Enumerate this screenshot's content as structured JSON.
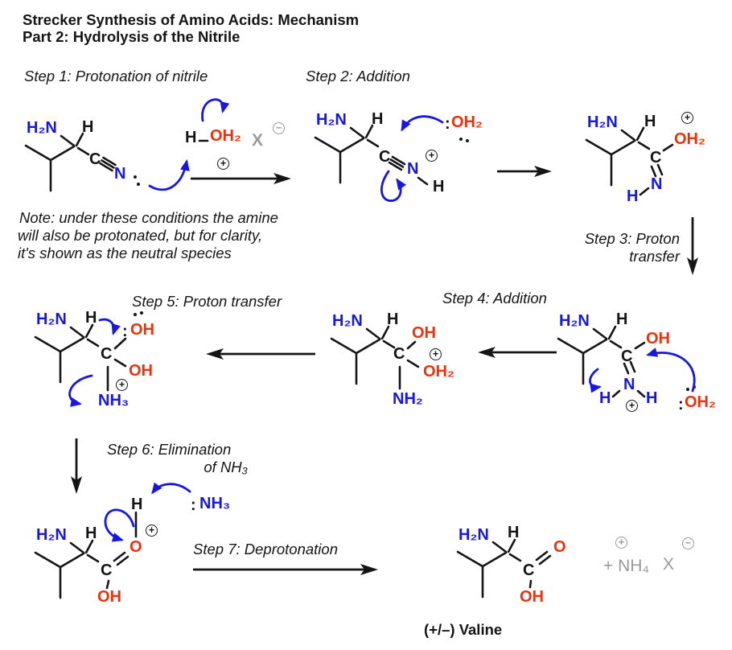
{
  "title": {
    "line1": "Strecker Synthesis of Amino Acids: Mechanism",
    "line2": "Part 2: Hydrolysis of the Nitrile"
  },
  "steps": {
    "step1": "Step 1: Protonation of nitrile",
    "step2": "Step 2: Addition",
    "step3_line1": "Step 3: Proton",
    "step3_line2": "transfer",
    "step4": "Step 4: Addition",
    "step5": "Step 5: Proton transfer",
    "step6_line1": "Step 6: Elimination",
    "step6_line2": "of NH₃",
    "step7": "Step 7: Deprotonation"
  },
  "note": {
    "line1": "Note: under these conditions the amine",
    "line2": "will also be protonated, but for clarity,",
    "line3": "it's shown as the neutral species"
  },
  "atoms": {
    "h2n": "H₂N",
    "h": "H",
    "c": "C",
    "n": "N",
    "o": "O",
    "oh": "OH",
    "oh2": "OH₂",
    "nh2": "NH₂",
    "nh3": "NH₃",
    "x": "X",
    "colon": ":"
  },
  "charges": {
    "plus": "+",
    "minus": "−"
  },
  "byproduct": {
    "formula": "+ NH₄"
  },
  "product": {
    "name": "(+/–) Valine"
  },
  "colors": {
    "nitrogen_blue": "#1717e0",
    "oxygen_red": "#e8330f",
    "muted_gray": "#9a9a9a",
    "ink_black": "#151515"
  }
}
